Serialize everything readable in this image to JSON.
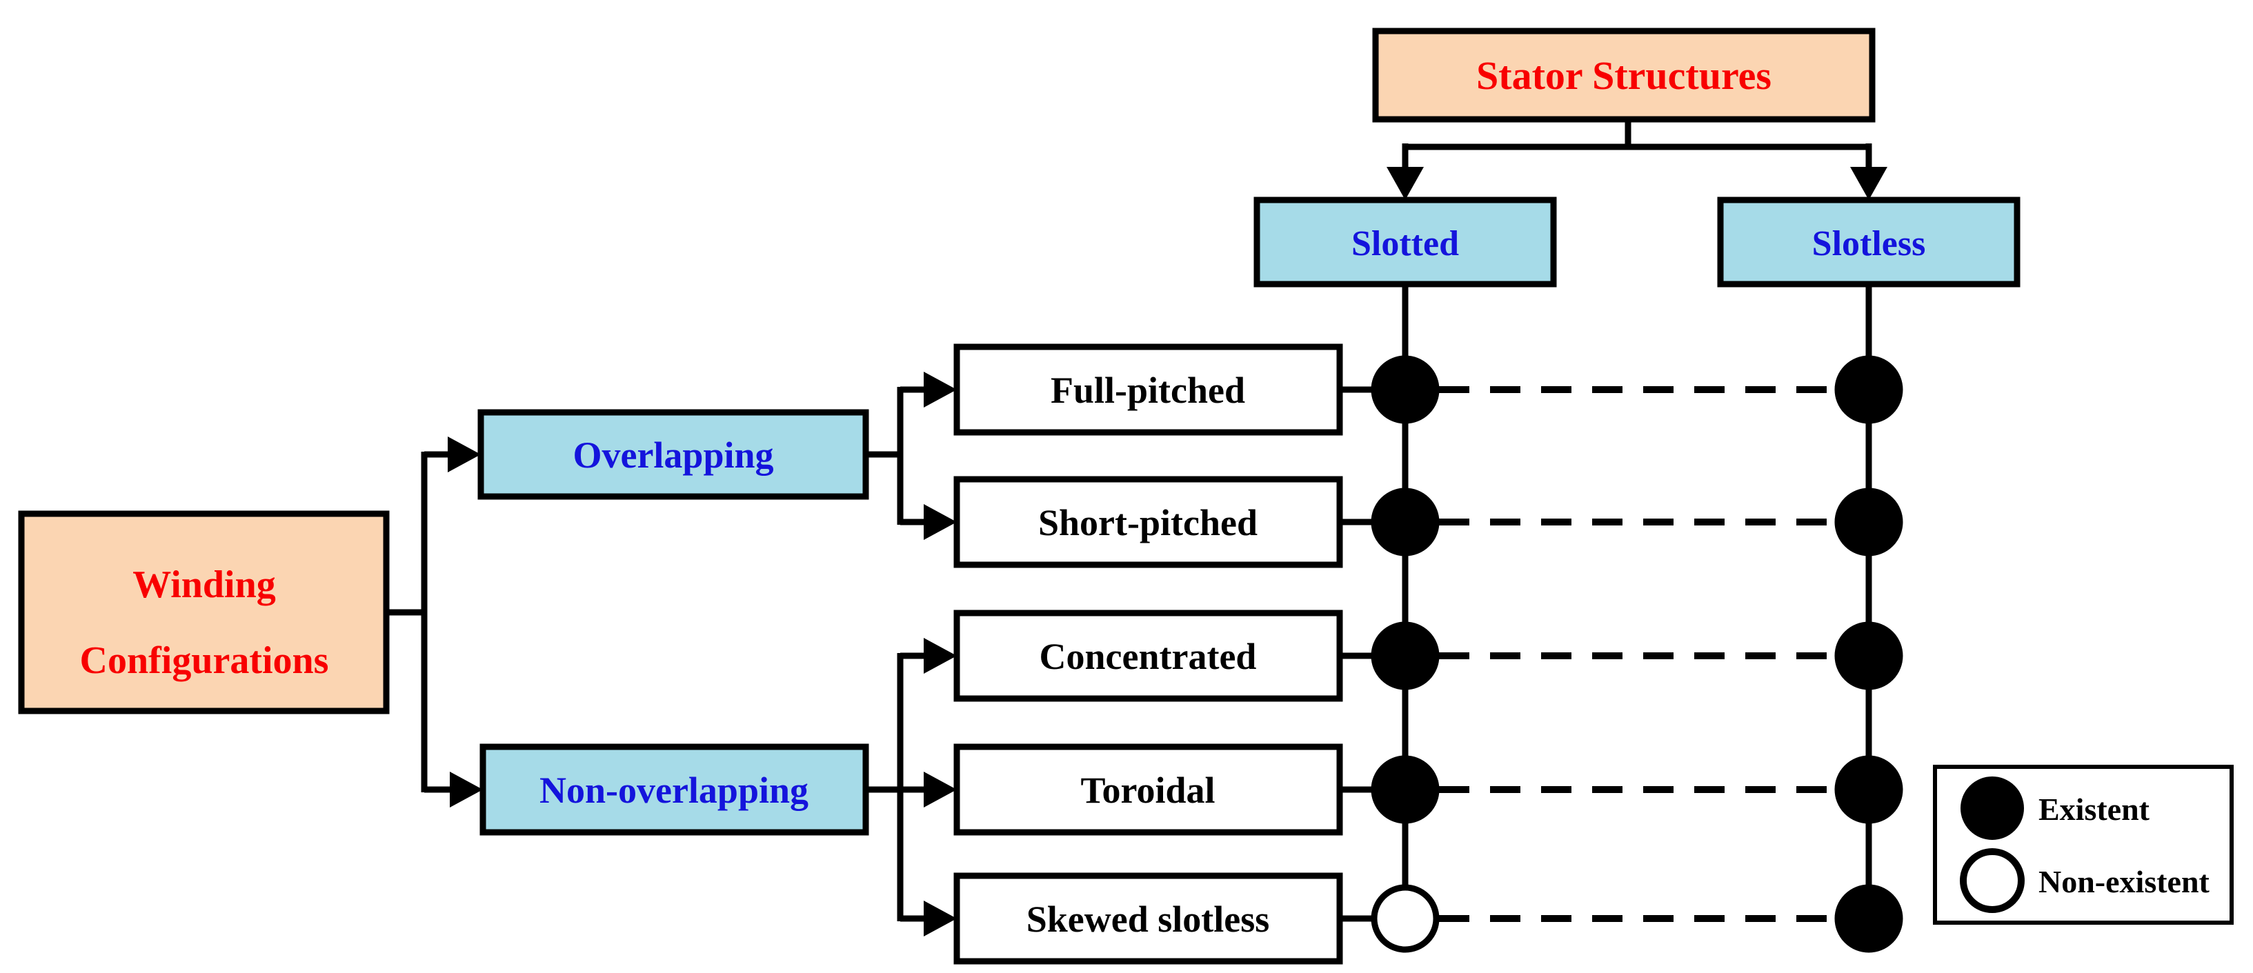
{
  "title": "Winding configurations vs stator structures diagram",
  "nodes": {
    "stator": {
      "label": "Stator Structures"
    },
    "slotted": {
      "label": "Slotted"
    },
    "slotless": {
      "label": "Slotless"
    },
    "winding": {
      "line1": "Winding",
      "line2": "Configurations"
    },
    "overlapping": {
      "label": "Overlapping"
    },
    "non_overlapping": {
      "label": "Non-overlapping"
    },
    "full_pitched": {
      "label": "Full-pitched"
    },
    "short_pitched": {
      "label": "Short-pitched"
    },
    "concentrated": {
      "label": "Concentrated"
    },
    "toroidal": {
      "label": "Toroidal"
    },
    "skewed_slotless": {
      "label": "Skewed slotless"
    }
  },
  "hierarchy": {
    "winding_children": [
      "Overlapping",
      "Non-overlapping"
    ],
    "overlapping_children": [
      "Full-pitched",
      "Short-pitched"
    ],
    "non_overlapping_children": [
      "Concentrated",
      "Toroidal",
      "Skewed slotless"
    ],
    "stator_children": [
      "Slotted",
      "Slotless"
    ]
  },
  "existence": {
    "rows": [
      "Full-pitched",
      "Short-pitched",
      "Concentrated",
      "Toroidal",
      "Skewed slotless"
    ],
    "columns": [
      "Slotted",
      "Slotless"
    ],
    "values": {
      "full_pitched": {
        "slotted": "existent",
        "slotless": "existent"
      },
      "short_pitched": {
        "slotted": "existent",
        "slotless": "existent"
      },
      "concentrated": {
        "slotted": "existent",
        "slotless": "existent"
      },
      "toroidal": {
        "slotted": "existent",
        "slotless": "existent"
      },
      "skewed_slotless": {
        "slotted": "non-existent",
        "slotless": "existent"
      }
    }
  },
  "legend": {
    "existent": "Existent",
    "non_existent": "Non-existent"
  },
  "colors": {
    "peach": "#FBD5B2",
    "light_blue": "#A6DBE8",
    "red_text": "#F80000",
    "blue_text": "#1414DC",
    "black": "#000000",
    "white": "#FFFFFF"
  }
}
